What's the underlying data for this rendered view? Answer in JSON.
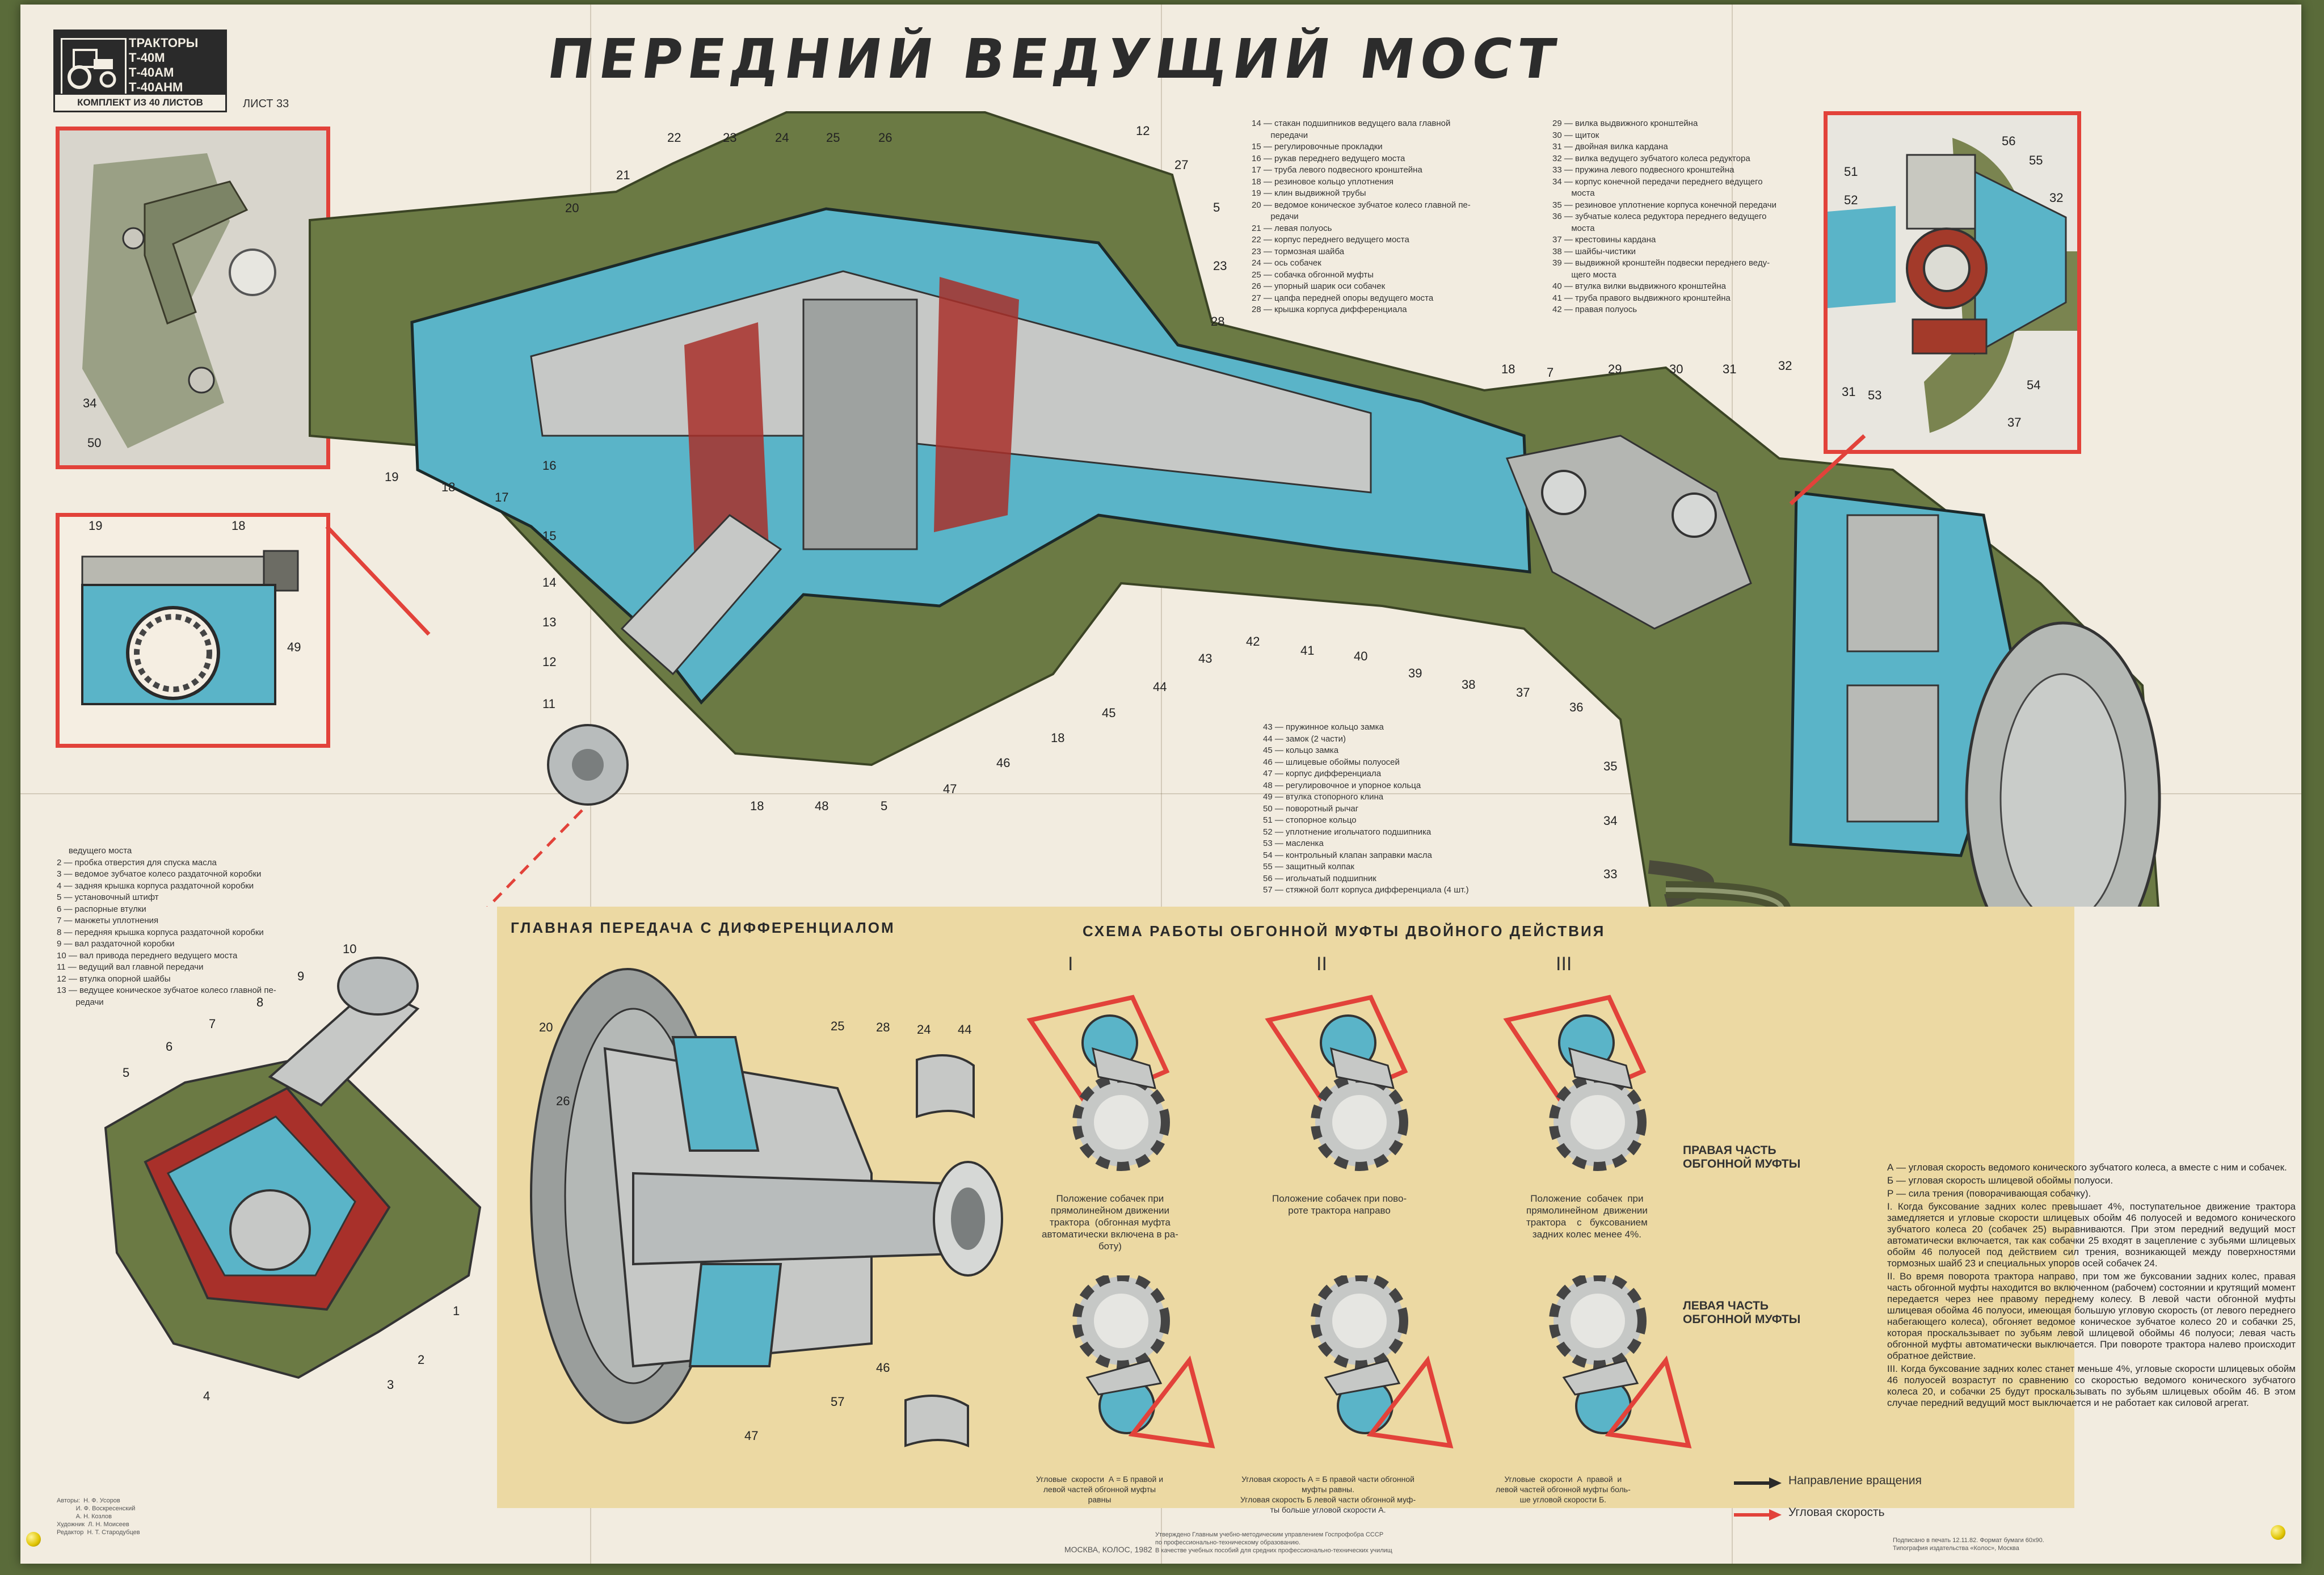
{
  "title": "ПЕРЕДНИЙ ВЕДУЩИЙ МОСТ",
  "badge": {
    "lines": [
      "ТРАКТОРЫ",
      "Т-40М",
      "Т-40АМ",
      "Т-40АНМ"
    ],
    "set": "КОМПЛЕКТ ИЗ 40 ЛИСТОВ"
  },
  "sheet": "ЛИСТ 33",
  "legend_top_left": "14 — стакан подшипников ведущего вала главной\n        передачи\n15 — регулировочные прокладки\n16 — рукав переднего ведущего моста\n17 — труба левого подвесного кронштейна\n18 — резиновое кольцо уплотнения\n19 — клин выдвижной трубы\n20 — ведомое коническое зубчатое колесо главной пе-\n        редачи\n21 — левая полуось\n22 — корпус переднего ведущего моста\n23 — тормозная шайба\n24 — ось собачек\n25 — собачка обгонной муфты\n26 — упорный шарик оси собачек\n27 — цапфа передней опоры ведущего моста\n28 — крышка корпуса дифференциала",
  "legend_top_right": "29 — вилка выдвижного кронштейна\n30 — щиток\n31 — двойная вилка кардана\n32 — вилка ведущего зубчатого колеса редуктора\n33 — пружина левого подвесного кронштейна\n34 — корпус конечной передачи переднего ведущего\n        моста\n35 — резиновое уплотнение корпуса конечной передачи\n36 — зубчатые колеса редуктора переднего ведущего\n        моста\n37 — крестовины кардана\n38 — шайбы-чистики\n39 — выдвижной кронштейн подвески переднего веду-\n        щего моста\n40 — втулка вилки выдвижного кронштейна\n41 — труба правого выдвижного кронштейна\n42 — правая полуось",
  "legend_mid": "43 — пружинное кольцо замка\n44 — замок (2 части)\n45 — кольцо замка\n46 — шлицевые обоймы полуосей\n47 — корпус дифференциала\n48 — регулировочное и упорное кольца\n49 — втулка стопорного клина\n50 — поворотный рычаг\n51 — стопорное кольцо\n52 — уплотнение игольчатого подшипника\n53 — масленка\n54 — контрольный клапан заправки масла\n55 — защитный колпак\n56 — игольчатый подшипник\n57 — стяжной болт корпуса дифференциала (4 шт.)",
  "legend_left": "     ведущего моста\n2 — пробка отверстия для спуска масла\n3 — ведомое зубчатое колесо раздаточной коробки\n4 — задняя крышка корпуса раздаточной коробки\n5 — установочный штифт\n6 — распорные втулки\n7 — манжеты уплотнения\n8 — передняя крышка корпуса раздаточной коробки\n9 — вал раздаточной коробки\n10 — вал привода переднего ведущего моста\n11 — ведущий вал главной передачи\n12 — втулка опорной шайбы\n13 — ведущее коническое зубчатое колесо главной пе-\n        редачи",
  "sections": {
    "main_gear": "ГЛАВНАЯ   ПЕРЕДАЧА С ДИФФЕРЕНЦИАЛОМ",
    "clutch_scheme": "СХЕМА  РАБОТЫ  ОБГОННОЙ МУФТЫ ДВОЙНОГО ДЕЙСТВИЯ"
  },
  "modes": [
    "I",
    "II",
    "III"
  ],
  "captions": [
    "Положение собачек при\nпрямолинейном движении\nтрактора  (обгонная муфта\nавтоматически включена в ра-\nботу)",
    "Положение собачек при пово-\nроте трактора направо",
    "Положение  собачек  при\nпрямолинейном  движении\nтрактора    с   буксованием\nзадних колес менее 4%."
  ],
  "side_labels": {
    "right": "ПРАВАЯ ЧАСТЬ\nОБГОННОЙ МУФТЫ",
    "left": "ЛЕВАЯ ЧАСТЬ\nОБГОННОЙ МУФТЫ"
  },
  "bottom_captions": [
    "Угловые  скорости  А = Б правой и\nлевой частей обгонной муфты\nравны",
    "Угловая скорость А = Б правой части обгонной\nмуфты равны.\nУгловая скорость Б левой части обгонной муф-\nты больше угловой скорости А.",
    "Угловые  скорости  А  правой  и\nлевой частей обгонной муфты боль-\nше угловой скорости Б."
  ],
  "arrow_legend": {
    "rotation": "Направление вращения",
    "angular": "Угловая скорость"
  },
  "explanation": [
    "А — угловая скорость ведомого конического зубчатого колеса, а вместе с ним и собачек.",
    "Б — угловая скорость шлицевой обоймы полуоси.",
    "Р — сила трения (поворачивающая собачку).",
    "I. Когда буксование задних колес превышает 4%, поступательное движение трактора замедляется и угловые скорости шлицевых обойм 46 полуосей и ведомого конического зубчатого колеса 20 (собачек 25) выравниваются. При этом передний ведущий мост автоматически включается, так как собачки 25 входят в зацепление с зубьями шлицевых обойм 46 полуосей под действием сил трения, возникающей между поверхностями тормозных шайб 23 и специальных упоров осей собачек 24.",
    "II. Во время поворота трактора направо, при том же буксовании задних колес, правая часть обгонной муфты находится во включенном (рабочем) состоянии и крутящий момент передается через нее правому переднему колесу. В левой части обгонной муфты шлицевая обойма 46 полуоси, имеющая большую угловую скорость (от левого переднего набегающего колеса), обгоняет ведомое коническое зубчатое колесо 20 и собачки 25, которая проскальзывает по зубьям левой шлицевой обоймы 46 полуоси; левая часть обгонной муфты автоматически выключается. При повороте трактора налево происходит обратное действие.",
    "III. Когда буксование задних колес станет меньше 4%, угловые скорости шлицевых обойм 46 полуосей возрастут по сравнению со скоростью ведомого конического зубчатого колеса 20, и собачки 25 будут проскальзывать по зубьям шлицевых обойм 46. В этом случае передний ведущий мост выключается и не работает как силовой агрегат."
  ],
  "publisher": "МОСКВА, КОЛОС, 1982",
  "credits_left": "Авторы:  Н. Ф. Усоров\n           И. Ф. Воскресенский\n           А. Н. Козлов\nХудожник  Л. Н. Моисеев\nРедактор  Н. Т. Стародубцев",
  "credits_mid": "Утверждено Главным учебно-методическим управлением Госпрофобра СССР\nпо профессионально-техническому образованию.\nВ качестве учебных пособий для средних профессионально-технических училищ",
  "credits_right": "Подписано в печать 12.11.82. Формат бумаги 60х90.\nТипография издательства «Колос», Москва",
  "colors": {
    "cutaway": "#5ab4c8",
    "housing": "#6b7a44",
    "accent_red": "#e2423a",
    "panel": "#ecd9a3"
  },
  "icons": [
    "tractor-icon",
    "rotation-arrow-icon",
    "angular-speed-arrow-icon",
    "pushpin-icon"
  ]
}
